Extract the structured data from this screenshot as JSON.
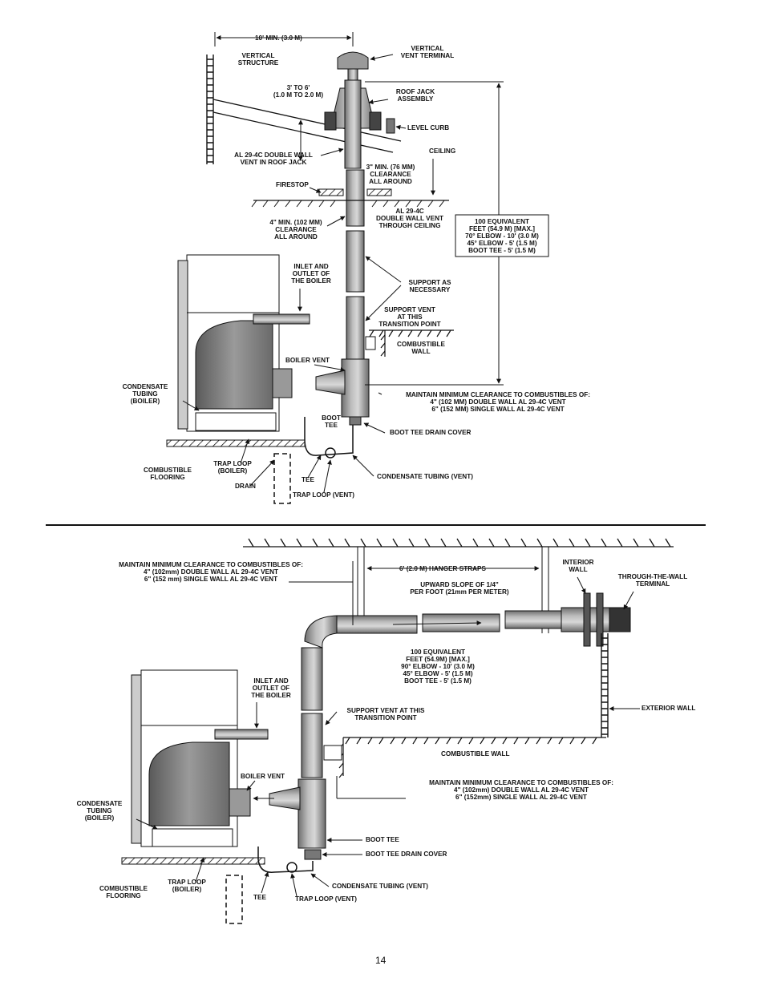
{
  "page_number": "14",
  "top": {
    "dim_top": "10' MIN. (3.0 M)",
    "vertical_vent_terminal": [
      "VERTICAL",
      "VENT TERMINAL"
    ],
    "vertical_structure": [
      "VERTICAL",
      "STRUCTURE"
    ],
    "three_to_six": [
      "3' TO 6'",
      "(1.0 M TO 2.0 M)"
    ],
    "roof_jack": [
      "ROOF JACK",
      "ASSEMBLY"
    ],
    "level_curb": "LEVEL CURB",
    "double_wall_roof_jack": [
      "AL 29-4C DOUBLE WALL",
      "VENT IN ROOF JACK"
    ],
    "clearance_3in": [
      "3\" MIN. (76 MM)",
      "CLEARANCE",
      "ALL AROUND"
    ],
    "ceiling": "CEILING",
    "firestop": "FIRESTOP",
    "clearance_4in": [
      "4\" MIN. (102 MM)",
      "CLEARANCE",
      "ALL AROUND"
    ],
    "double_wall_ceiling": [
      "AL 29-4C",
      "DOUBLE WALL VENT",
      "THROUGH CEILING"
    ],
    "equiv_box": [
      "100 EQUIVALENT",
      "FEET (54.9 M) [MAX.]",
      "70° ELBOW - 10' (3.0 M)",
      "45° ELBOW - 5' (1.5 M)",
      "BOOT TEE - 5' (1.5 M)"
    ],
    "inlet_outlet": [
      "INLET AND",
      "OUTLET OF",
      "THE BOILER"
    ],
    "support_as_necessary": [
      "SUPPORT AS",
      "NECESSARY"
    ],
    "support_transition": [
      "SUPPORT VENT",
      "AT THIS",
      "TRANSITION POINT"
    ],
    "combustible_wall": [
      "COMBUSTIBLE",
      "WALL"
    ],
    "boiler_vent": "BOILER VENT",
    "condensate_boiler": [
      "CONDENSATE",
      "TUBING",
      "(BOILER)"
    ],
    "maintain_clearance": [
      "MAINTAIN MINIMUM CLEARANCE TO COMBUSTIBLES OF:",
      "4\" (102 MM) DOUBLE WALL AL 29-4C VENT",
      "6\" (152 MM) SINGLE WALL AL 29-4C VENT"
    ],
    "boot_tee": [
      "BOOT",
      "TEE"
    ],
    "boot_tee_drain": "BOOT TEE DRAIN COVER",
    "combustible_flooring": [
      "COMBUSTIBLE",
      "FLOORING"
    ],
    "trap_loop_boiler": [
      "TRAP LOOP",
      "(BOILER)"
    ],
    "drain": "DRAIN",
    "tee": "TEE",
    "trap_loop_vent": "TRAP LOOP (VENT)",
    "condensate_vent": "CONDENSATE TUBING (VENT)"
  },
  "bottom": {
    "maintain_clearance_top": [
      "MAINTAIN MINIMUM CLEARANCE TO COMBUSTIBLES OF:",
      "4\" (102mm) DOUBLE WALL AL 29-4C VENT",
      "6\" (152 mm) SINGLE WALL AL 29-4C VENT"
    ],
    "hanger_straps": "6' (2.0 M) HANGER STRAPS",
    "interior_wall": [
      "INTERIOR",
      "WALL"
    ],
    "through_wall_terminal": [
      "THROUGH-THE-WALL",
      "TERMINAL"
    ],
    "upward_slope": [
      "UPWARD SLOPE OF 1/4\"",
      "PER FOOT (21mm PER METER)"
    ],
    "equiv": [
      "100 EQUIVALENT",
      "FEET (54.9M) [MAX.]",
      "90° ELBOW - 10' (3.0 M)",
      "45° ELBOW - 5' (1.5 M)",
      "BOOT TEE - 5' (1.5 M)"
    ],
    "inlet_outlet": [
      "INLET AND",
      "OUTLET OF",
      "THE BOILER"
    ],
    "exterior_wall": "EXTERIOR WALL",
    "support_transition": [
      "SUPPORT VENT AT THIS",
      "TRANSITION POINT"
    ],
    "combustible_wall": "COMBUSTIBLE WALL",
    "boiler_vent": "BOILER VENT",
    "condensate_boiler": [
      "CONDENSATE",
      "TUBING",
      "(BOILER)"
    ],
    "maintain_clearance_bottom": [
      "MAINTAIN MINIMUM CLEARANCE TO COMBUSTIBLES OF:",
      "4\" (102mm)  DOUBLE WALL AL 29-4C VENT",
      "6\" (152mm)  SINGLE WALL AL 29-4C VENT"
    ],
    "boot_tee": "BOOT TEE",
    "boot_tee_drain": "BOOT TEE DRAIN COVER",
    "combustible_flooring": [
      "COMBUSTIBLE",
      "FLOORING"
    ],
    "trap_loop_boiler": [
      "TRAP LOOP",
      "(BOILER)"
    ],
    "tee": "TEE",
    "trap_loop_vent": "TRAP LOOP (VENT)",
    "condensate_vent": "CONDENSATE TUBING (VENT)"
  }
}
